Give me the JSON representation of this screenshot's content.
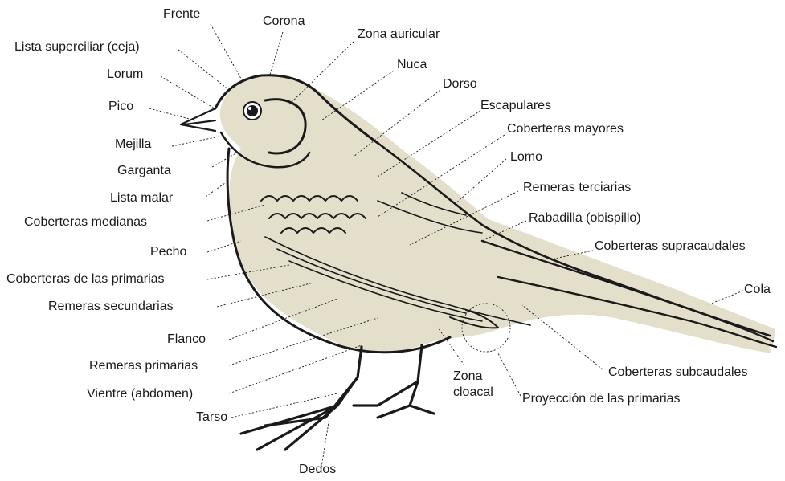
{
  "labels": {
    "frente": "Frente",
    "corona": "Corona",
    "lista_superciliar": "Lista superciliar (ceja)",
    "zona_auricular": "Zona auricular",
    "lorum": "Lorum",
    "nuca": "Nuca",
    "dorso": "Dorso",
    "pico": "Pico",
    "escapulares": "Escapulares",
    "coberteras_mayores": "Coberteras mayores",
    "mejilla": "Mejilla",
    "lomo": "Lomo",
    "garganta": "Garganta",
    "remeras_terciarias": "Remeras terciarias",
    "lista_malar": "Lista malar",
    "rabadilla": "Rabadilla (obispillo)",
    "coberteras_medianas": "Coberteras medianas",
    "coberteras_supracaudales": "Coberteras supracaudales",
    "pecho": "Pecho",
    "coberteras_primarias": "Coberteras de las primarias",
    "cola": "Cola",
    "remeras_secundarias": "Remeras secundarias",
    "flanco": "Flanco",
    "coberteras_subcaudales": "Coberteras subcaudales",
    "remeras_primarias": "Remeras primarias",
    "zona_cloacal_1": "Zona",
    "zona_cloacal_2": "cloacal",
    "vientre": "Vientre (abdomen)",
    "proyeccion_primarias": "Proyección de las primarias",
    "tarso": "Tarso",
    "dedos": "Dedos"
  },
  "colors": {
    "body_fill": "#e4dfca",
    "ink": "#1a1a1a",
    "background": "#ffffff"
  }
}
